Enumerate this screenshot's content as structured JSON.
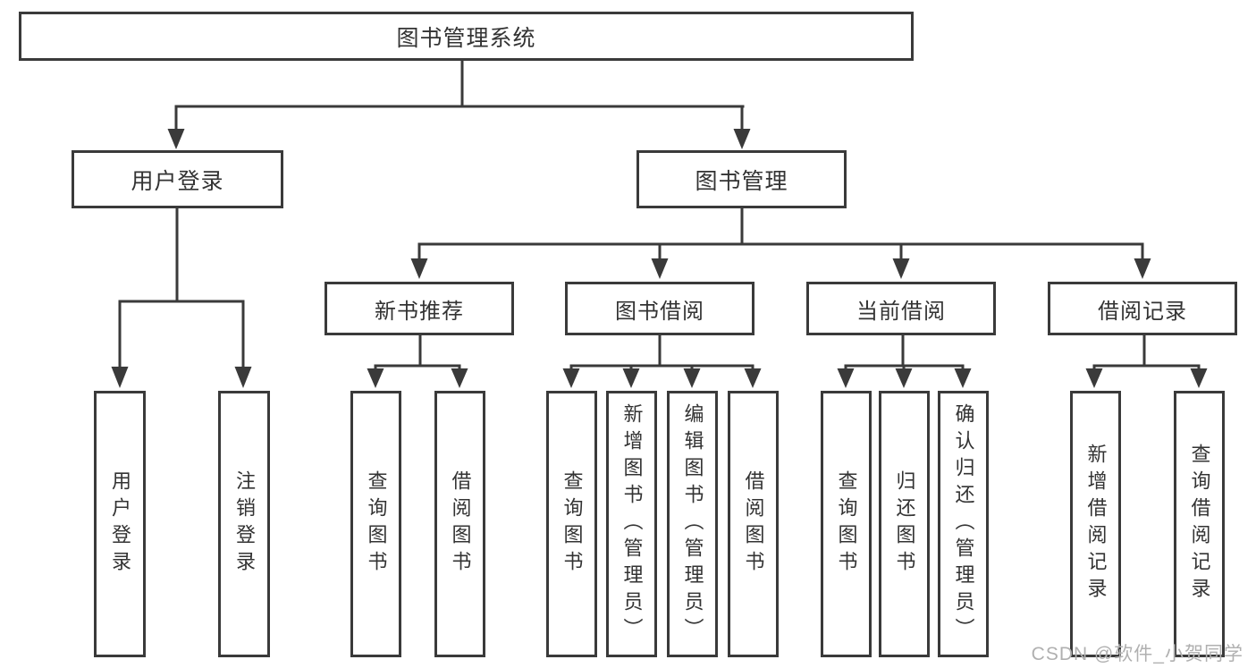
{
  "diagram": {
    "root": "图书管理系统",
    "login": {
      "label": "用户登录",
      "children": [
        "用户登录",
        "注销登录"
      ]
    },
    "manage": {
      "label": "图书管理",
      "sections": [
        {
          "label": "新书推荐",
          "children": [
            "查询图书",
            "借阅图书"
          ]
        },
        {
          "label": "图书借阅",
          "children": [
            "查询图书",
            "新增图书（管理员）",
            "编辑图书（管理员）",
            "借阅图书"
          ]
        },
        {
          "label": "当前借阅",
          "children": [
            "查询图书",
            "归还图书",
            "确认归还（管理员）"
          ]
        },
        {
          "label": "借阅记录",
          "children": [
            "新增借阅记录",
            "查询借阅记录"
          ]
        }
      ]
    }
  },
  "watermark": "CSDN @软件_小贺同学",
  "colors": {
    "line": "#3a3a3a",
    "text": "#333333",
    "watermark": "#b0b0b0",
    "background": "#ffffff"
  }
}
